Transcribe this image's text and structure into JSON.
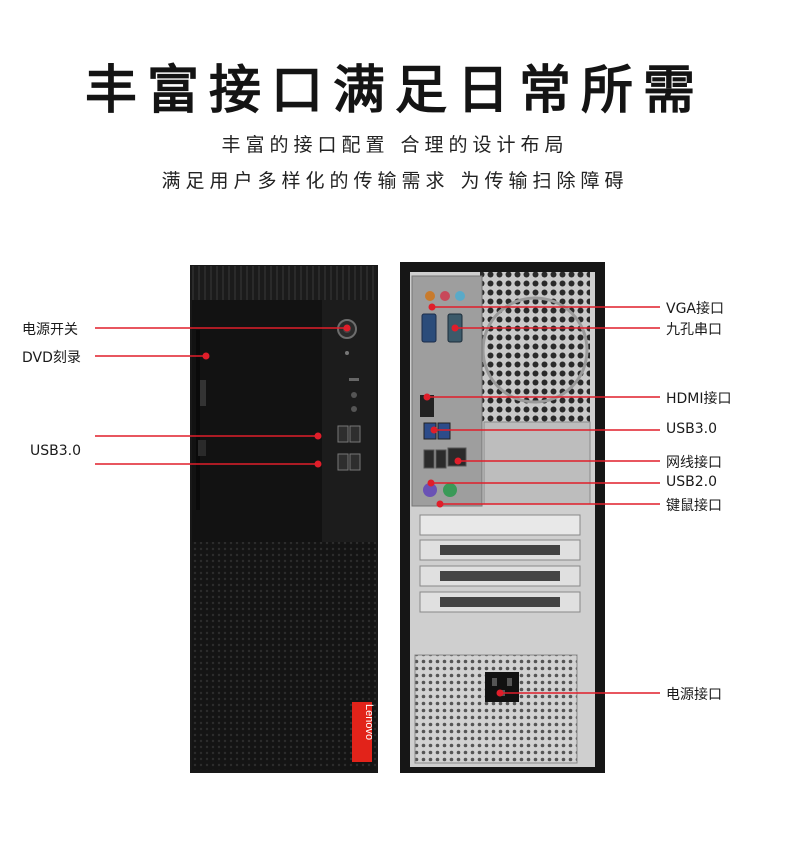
{
  "header": {
    "title": "丰富接口满足日常所需",
    "subtitle_line1": "丰富的接口配置 合理的设计布局",
    "subtitle_line2": "满足用户多样化的传输需求 为传输扫除障碍"
  },
  "front_labels": {
    "power_switch": "电源开关",
    "dvd": "DVD刻录",
    "usb3": "USB3.0"
  },
  "rear_labels": {
    "vga": "VGA接口",
    "serial": "九孔串口",
    "hdmi": "HDMI接口",
    "usb3": "USB3.0",
    "ethernet": "网线接口",
    "usb2": "USB2.0",
    "ps2": "键鼠接口",
    "power_port": "电源接口"
  },
  "brand": {
    "logo_text": "Lenovo",
    "accent_color": "#e2231a",
    "line_color": "#e01e2a"
  }
}
